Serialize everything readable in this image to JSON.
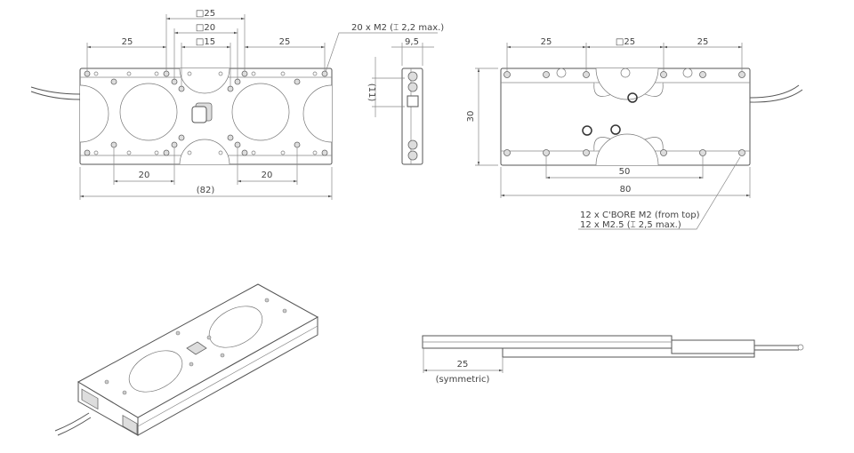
{
  "top_view": {
    "dim_sq25": "□25",
    "dim_sq20": "□20",
    "dim_sq15": "□15",
    "dim_left_25": "25",
    "dim_right_25": "25",
    "dim_bottom_left_20": "20",
    "dim_bottom_right_20": "20",
    "dim_overall": "(82)",
    "callout": "20 x M2 (⌶ 2,2 max.)"
  },
  "side_view": {
    "dim_width": "9,5",
    "dim_height": "(11)"
  },
  "bottom_view": {
    "dim_left_25": "25",
    "dim_sq25": "□25",
    "dim_right_25": "25",
    "dim_height": "30",
    "dim_50": "50",
    "dim_80": "80",
    "callout_line1": "12 x C'BORE M2 (from top)",
    "callout_line2": "12 x M2.5 (⌶ 2,5 max.)"
  },
  "profile_view": {
    "dim_25": "25",
    "dim_note": "(symmetric)"
  },
  "colors": {
    "line": "#555555",
    "background": "#ffffff"
  }
}
